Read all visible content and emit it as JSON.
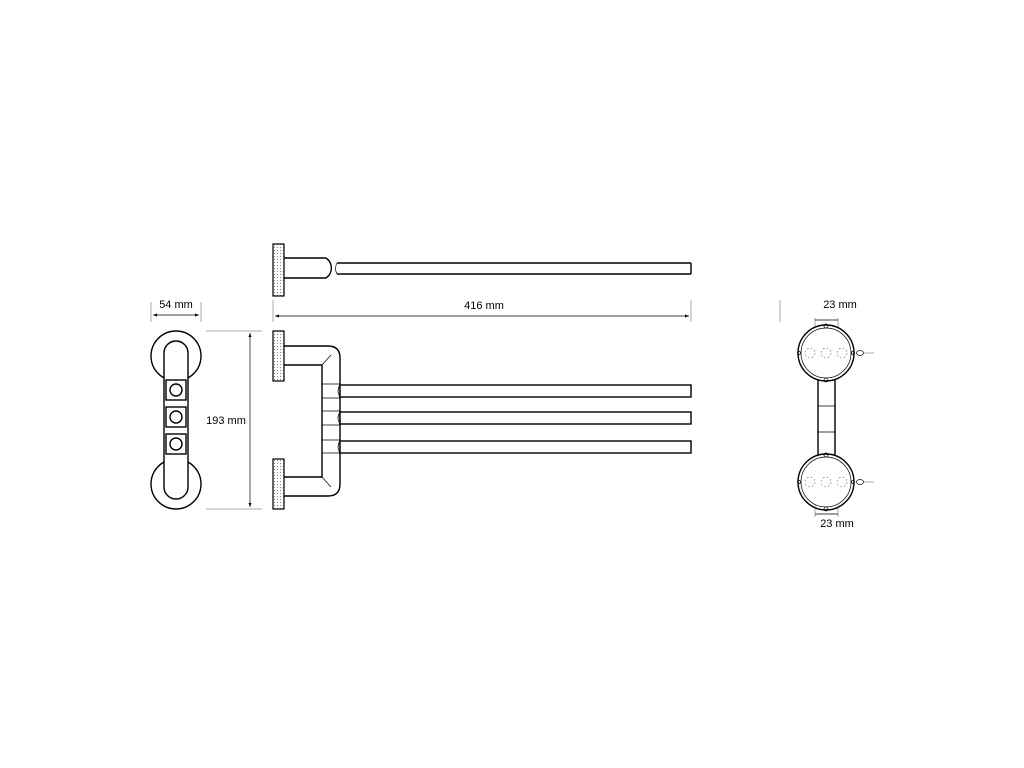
{
  "dimensions": {
    "depth_label": "54 mm",
    "length_label": "416 mm",
    "height_label": "193 mm",
    "hole_top_label": "23 mm",
    "hole_bottom_label": "23 mm"
  },
  "colors": {
    "line": "#000000",
    "background": "#ffffff",
    "wall_hatch": "#888888"
  }
}
